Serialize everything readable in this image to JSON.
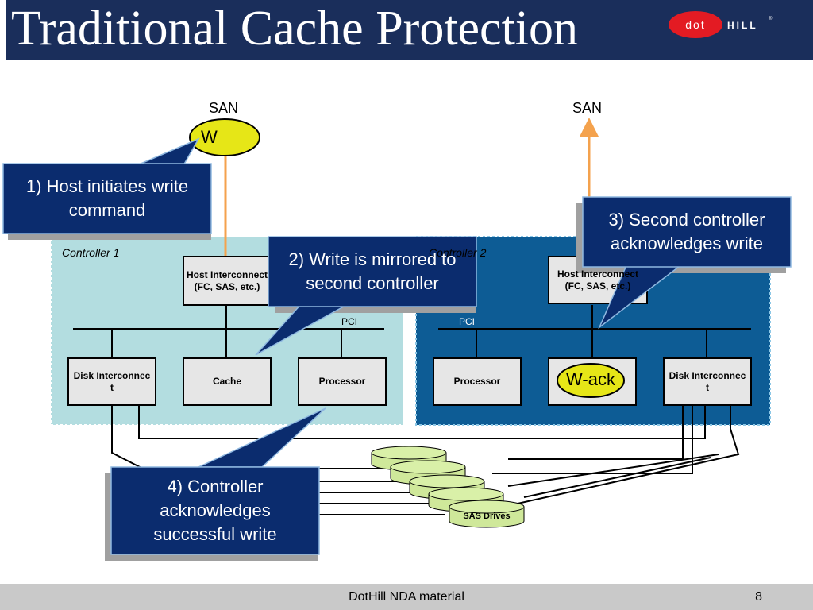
{
  "slide": {
    "title": "Traditional Cache Protection",
    "logo": {
      "prefix": "dot",
      "name": "HILL",
      "brand_color": "#e31b23",
      "registered": "®"
    },
    "footer": "DotHill NDA material",
    "page_number": "8"
  },
  "colors": {
    "header": "#1a2e5b",
    "controller1_bg": "#b3dde0",
    "controller2_bg": "#0d5c95",
    "callout_bg": "#0b2c6e",
    "host_link": "#f4a24d",
    "w_badge": "#e6e617"
  },
  "diagram": {
    "san_left": "SAN",
    "san_right": "SAN",
    "w_label": "W",
    "w_ack_label": "W-ack",
    "controller1": {
      "label": "Controller 1",
      "pci": "PCI",
      "host_interconnect": "Host Interconnect (FC, SAS, etc.)",
      "disk_interconnect": "Disk Interconnec t",
      "cache": "Cache",
      "processor": "Processor"
    },
    "controller2": {
      "label": "Controller 2",
      "pci": "PCI",
      "host_interconnect": "Host Interconnect (FC, SAS, etc.)",
      "disk_interconnect": "Disk Interconnec t",
      "processor": "Processor"
    },
    "drives_label": "SAS Drives",
    "callouts": [
      {
        "step": "1",
        "text": "1) Host initiates write command"
      },
      {
        "step": "2",
        "text": "2) Write is mirrored to second controller"
      },
      {
        "step": "3",
        "text": "3) Second controller acknowledges write"
      },
      {
        "step": "4",
        "text": "4) Controller acknowledges successful write"
      }
    ]
  }
}
